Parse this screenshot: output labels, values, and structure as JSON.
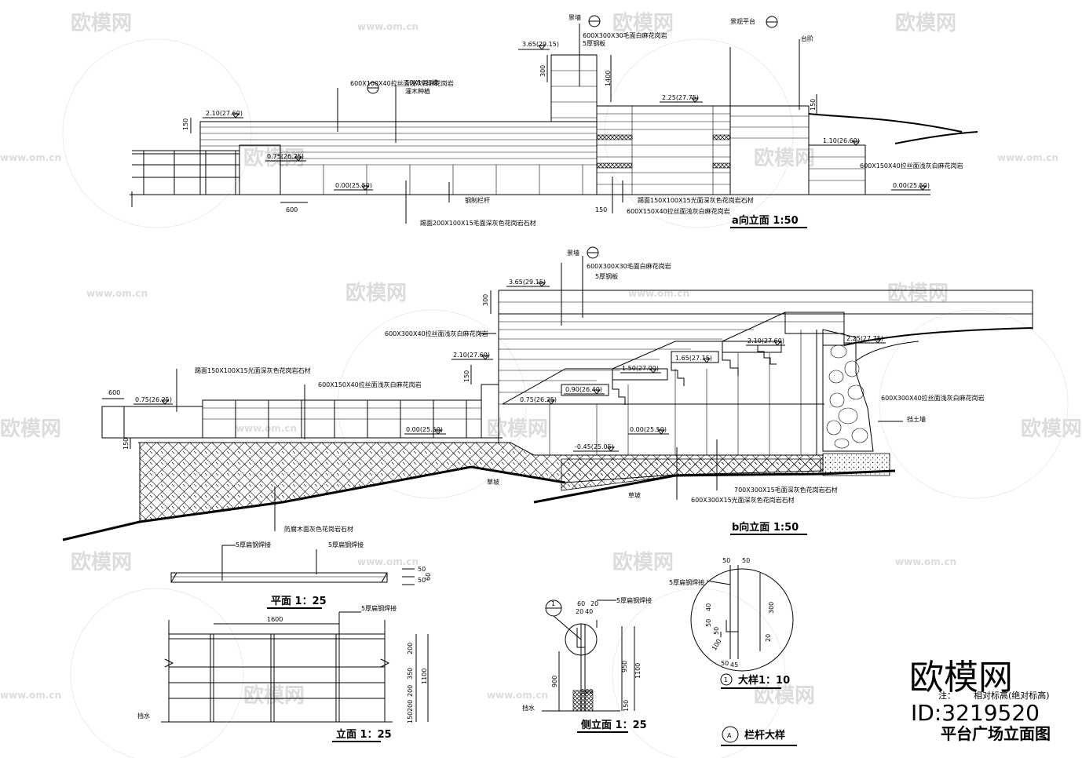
{
  "watermark": {
    "brand": "欧模网",
    "url": "www.om.cn"
  },
  "elev_a": {
    "title": "a向立面 1:50",
    "levels": [
      "3.65(29.15)",
      "2.10(27.60)",
      "2.25(27.75)",
      "1.10(26.60)",
      "0.75(26.25)",
      "0.00(25.50)",
      "0.00(25.50)"
    ],
    "dims": [
      "150",
      "300",
      "1400",
      "150",
      "600",
      "150"
    ],
    "callouts": [
      "景墙",
      "600X300X30毛面白麻花岗岩",
      "5厚钢板",
      "景观平台",
      "600X100X40拉丝面浅灰白麻花岗岩",
      "10X10凹槽",
      "灌木种植",
      "台阶",
      "钢制栏杆",
      "踢面200X100X15毛面深灰色花岗岩石材",
      "踢面150X100X15光面深灰色花岗岩石材",
      "600X150X40拉丝面浅灰白麻花岗岩"
    ]
  },
  "elev_b": {
    "title": "b向立面 1:50",
    "levels": [
      "3.65(29.15)",
      "2.10(27.60)",
      "2.25(27.75)",
      "2.10(27.60)",
      "1.65(27.15)",
      "1.50(27.00)",
      "0.90(26.40)",
      "0.75(26.25)",
      "0.75(26.25)",
      "0.00(25.50)",
      "0.00(25.50)",
      "-0.45(25.05)"
    ],
    "dims": [
      "300",
      "150",
      "600",
      "150"
    ],
    "callouts": [
      "景墙",
      "600X300X30毛面白麻花岗岩",
      "5厚钢板",
      "600X300X40拉丝面浅灰白麻花岗岩",
      "踢面150X100X15光面深灰色花岗岩石材",
      "600X150X40拉丝面浅灰白麻花岗岩",
      "600X300X40拉丝面浅灰白麻花岗岩",
      "挡土墙",
      "700X300X15毛面深灰色花岗岩石材",
      "600X300X15光面深灰色花岗岩石材",
      "防腐木面灰色花岗岩石材",
      "草坡",
      "草坡"
    ]
  },
  "plan": {
    "title": "平面 1：25",
    "callouts": [
      "5厚扁钢焊接",
      "5厚扁钢焊接"
    ],
    "dims": [
      "50",
      "50",
      "60"
    ]
  },
  "front": {
    "title": "立面 1：25",
    "callouts": [
      "5厚扁钢焊接"
    ],
    "dims": [
      "1600",
      "200",
      "350",
      "200",
      "200",
      "150",
      "1100"
    ],
    "ground_label": "挡水"
  },
  "side": {
    "title": "侧立面 1：25",
    "callouts": [
      "5厚扁钢焊接"
    ],
    "dims": [
      "60",
      "20",
      "20",
      "40",
      "900",
      "950",
      "1100",
      "150",
      "100"
    ],
    "ground_label": "挡水",
    "symbol": "1"
  },
  "detail": {
    "title": "大样1：10",
    "symbol": "1",
    "callouts": [
      "5厚扁钢焊接"
    ],
    "dims": [
      "50",
      "50",
      "300",
      "20",
      "40",
      "50",
      "50",
      "45",
      "100",
      "50"
    ]
  },
  "railing_title": "栏杆大样",
  "railing_symbol": "A",
  "brand_block": {
    "logo": "欧模网",
    "id": "ID:3219520",
    "note_prefix": "注：",
    "note": "相对标高(绝对标高)",
    "sheet_title": "平台广场立面图"
  }
}
